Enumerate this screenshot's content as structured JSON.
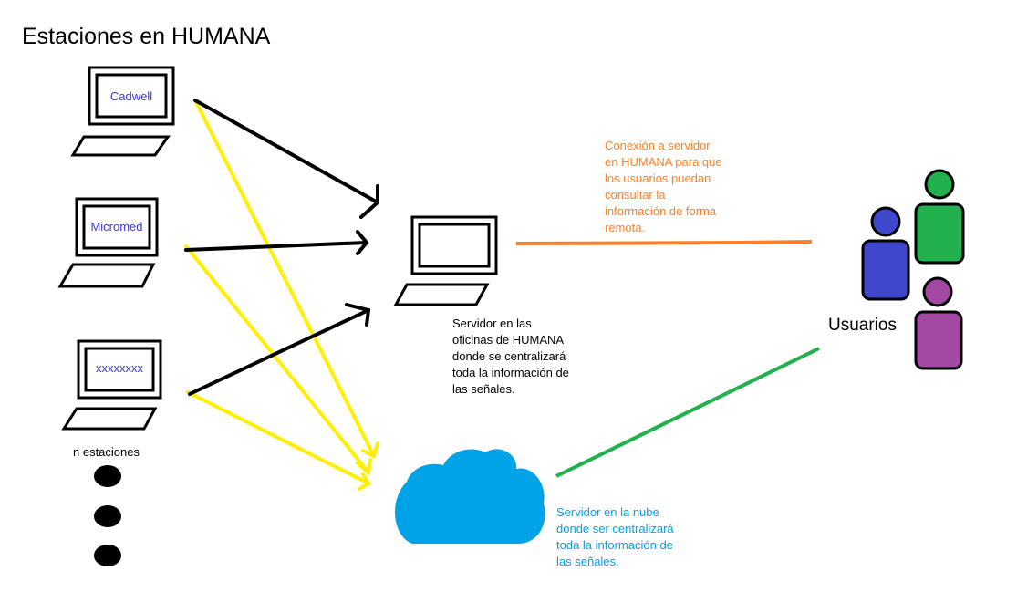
{
  "title": "Estaciones en HUMANA",
  "stations": [
    {
      "screen_label": "Cadwell"
    },
    {
      "screen_label": "Micromed"
    },
    {
      "screen_label": "xxxxxxxx"
    }
  ],
  "n_stations_label": "n estaciones",
  "server_label": "Servidor en las\noficinas de HUMANA\ndonde se centralizará\ntoda la información de\nlas señales.",
  "connection_label": "Conexión a servidor\nen HUMANA para que\nlos usuarios puedan\nconsultar la\ninformación de forma\nremota.",
  "users_label": "Usuarios",
  "cloud_label": "Servidor en la nube\ndonde ser centralizará\ntoda la información de\nlas señales.",
  "colors": {
    "arrow_black": "#000000",
    "arrow_yellow": "#ffef00",
    "line_orange": "#ff7f27",
    "line_green": "#22b14c",
    "cloud": "#00a2e8",
    "user_blue": "#3f48cc",
    "user_green": "#22b14c",
    "user_purple": "#a349a4"
  },
  "icons": [
    "laptop-icon",
    "cloud-icon",
    "person-icon",
    "ellipsis-dot"
  ]
}
